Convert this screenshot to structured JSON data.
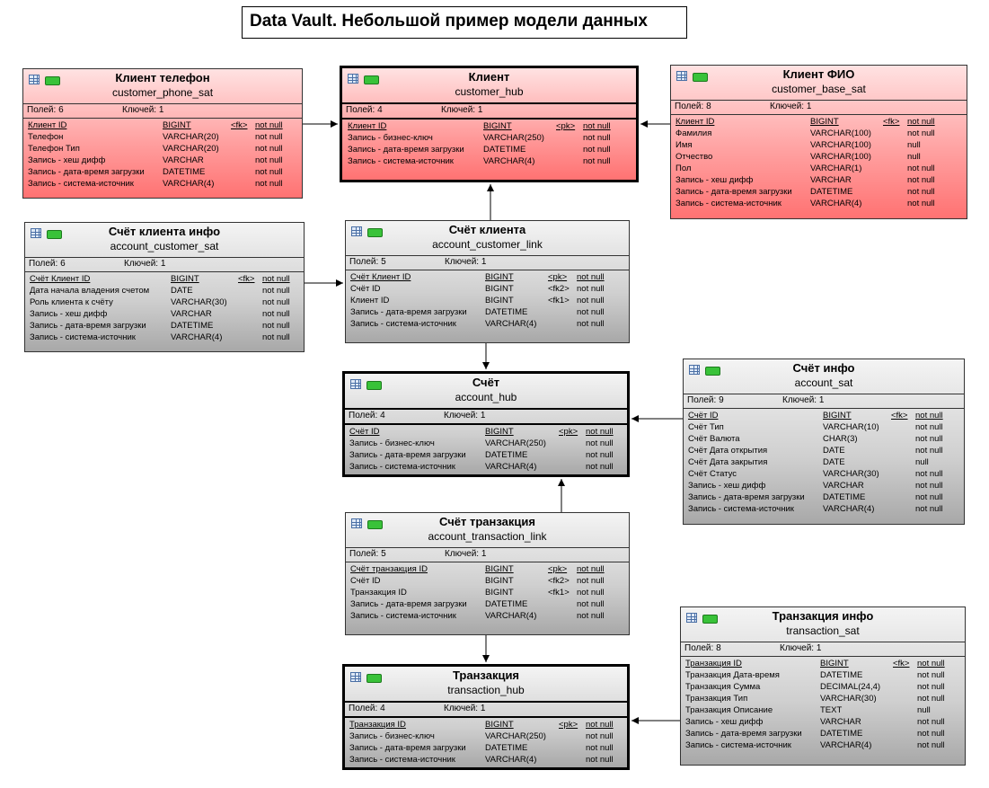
{
  "title": "Data Vault. Небольшой пример модели данных",
  "meta_labels": {
    "fields": "Полей:",
    "keys": "Ключей:"
  },
  "colors": {
    "hub_border": "#000000",
    "sat_red": "#ff8a8a",
    "sat_grey": "#bdbdbd",
    "icon_green": "#39c239",
    "icon_table": "#4a6fa5"
  },
  "icons": {
    "table": "table-icon",
    "status": "green-status-icon"
  },
  "entities": [
    {
      "name": "Клиент телефон",
      "code": "customer_phone_sat",
      "fields": "6",
      "keys": "1",
      "columns": [
        [
          "Клиент ID",
          "BIGINT",
          "<fk>",
          "not null"
        ],
        [
          "Телефон",
          "VARCHAR(20)",
          "",
          "not null"
        ],
        [
          "Телефон Тип",
          "VARCHAR(20)",
          "",
          "not null"
        ],
        [
          "Запись - хеш дифф",
          "VARCHAR",
          "",
          "not null"
        ],
        [
          "Запись - дата-время загрузки",
          "DATETIME",
          "",
          "not null"
        ],
        [
          "Запись - система-источник",
          "VARCHAR(4)",
          "",
          "not null"
        ]
      ]
    },
    {
      "name": "Клиент",
      "code": "customer_hub",
      "fields": "4",
      "keys": "1",
      "columns": [
        [
          "Клиент ID",
          "BIGINT",
          "<pk>",
          "not null"
        ],
        [
          "Запись - бизнес-ключ",
          "VARCHAR(250)",
          "",
          "not null"
        ],
        [
          "Запись - дата-время загрузки",
          "DATETIME",
          "",
          "not null"
        ],
        [
          "Запись - система-источник",
          "VARCHAR(4)",
          "",
          "not null"
        ]
      ]
    },
    {
      "name": "Клиент ФИО",
      "code": "customer_base_sat",
      "fields": "8",
      "keys": "1",
      "columns": [
        [
          "Клиент ID",
          "BIGINT",
          "<fk>",
          "not null"
        ],
        [
          "Фамилия",
          "VARCHAR(100)",
          "",
          "not null"
        ],
        [
          "Имя",
          "VARCHAR(100)",
          "",
          "null"
        ],
        [
          "Отчество",
          "VARCHAR(100)",
          "",
          "null"
        ],
        [
          "Пол",
          "VARCHAR(1)",
          "",
          "not null"
        ],
        [
          "Запись - хеш дифф",
          "VARCHAR",
          "",
          "not null"
        ],
        [
          "Запись - дата-время загрузки",
          "DATETIME",
          "",
          "not null"
        ],
        [
          "Запись - система-источник",
          "VARCHAR(4)",
          "",
          "not null"
        ]
      ]
    },
    {
      "name": "Счёт клиента инфо",
      "code": "account_customer_sat",
      "fields": "6",
      "keys": "1",
      "columns": [
        [
          "Счёт Клиент ID",
          "BIGINT",
          "<fk>",
          "not null"
        ],
        [
          "Дата начала владения счетом",
          "DATE",
          "",
          "not null"
        ],
        [
          "Роль клиента к счёту",
          "VARCHAR(30)",
          "",
          "not null"
        ],
        [
          "Запись - хеш дифф",
          "VARCHAR",
          "",
          "not null"
        ],
        [
          "Запись - дата-время загрузки",
          "DATETIME",
          "",
          "not null"
        ],
        [
          "Запись - система-источник",
          "VARCHAR(4)",
          "",
          "not null"
        ]
      ]
    },
    {
      "name": "Счёт клиента",
      "code": "account_customer_link",
      "fields": "5",
      "keys": "1",
      "columns": [
        [
          "Счёт Клиент ID",
          "BIGINT",
          "<pk>",
          "not null"
        ],
        [
          "Счёт ID",
          "BIGINT",
          "<fk2>",
          "not null"
        ],
        [
          "Клиент ID",
          "BIGINT",
          "<fk1>",
          "not null"
        ],
        [
          "Запись - дата-время загрузки",
          "DATETIME",
          "",
          "not null"
        ],
        [
          "Запись - система-источник",
          "VARCHAR(4)",
          "",
          "not null"
        ]
      ]
    },
    {
      "name": "Счёт",
      "code": "account_hub",
      "fields": "4",
      "keys": "1",
      "columns": [
        [
          "Счёт ID",
          "BIGINT",
          "<pk>",
          "not null"
        ],
        [
          "Запись - бизнес-ключ",
          "VARCHAR(250)",
          "",
          "not null"
        ],
        [
          "Запись - дата-время загрузки",
          "DATETIME",
          "",
          "not null"
        ],
        [
          "Запись - система-источник",
          "VARCHAR(4)",
          "",
          "not null"
        ]
      ]
    },
    {
      "name": "Счёт инфо",
      "code": "account_sat",
      "fields": "9",
      "keys": "1",
      "columns": [
        [
          "Счёт ID",
          "BIGINT",
          "<fk>",
          "not null"
        ],
        [
          "Счёт Тип",
          "VARCHAR(10)",
          "",
          "not null"
        ],
        [
          "Счёт Валюта",
          "CHAR(3)",
          "",
          "not null"
        ],
        [
          "Счёт Дата открытия",
          "DATE",
          "",
          "not null"
        ],
        [
          "Счёт Дата закрытия",
          "DATE",
          "",
          "null"
        ],
        [
          "Счёт Статус",
          "VARCHAR(30)",
          "",
          "not null"
        ],
        [
          "Запись - хеш дифф",
          "VARCHAR",
          "",
          "not null"
        ],
        [
          "Запись - дата-время загрузки",
          "DATETIME",
          "",
          "not null"
        ],
        [
          "Запись - система-источник",
          "VARCHAR(4)",
          "",
          "not null"
        ]
      ]
    },
    {
      "name": "Счёт транзакция",
      "code": "account_transaction_link",
      "fields": "5",
      "keys": "1",
      "columns": [
        [
          "Счёт транзакция ID",
          "BIGINT",
          "<pk>",
          "not null"
        ],
        [
          "Счёт ID",
          "BIGINT",
          "<fk2>",
          "not null"
        ],
        [
          "Транзакция ID",
          "BIGINT",
          "<fk1>",
          "not null"
        ],
        [
          "Запись - дата-время загрузки",
          "DATETIME",
          "",
          "not null"
        ],
        [
          "Запись - система-источник",
          "VARCHAR(4)",
          "",
          "not null"
        ]
      ]
    },
    {
      "name": "Транзакция инфо",
      "code": "transaction_sat",
      "fields": "8",
      "keys": "1",
      "columns": [
        [
          "Транзакция ID",
          "BIGINT",
          "<fk>",
          "not null"
        ],
        [
          "Транзакция Дата-время",
          "DATETIME",
          "",
          "not null"
        ],
        [
          "Транзакция Сумма",
          "DECIMAL(24,4)",
          "",
          "not null"
        ],
        [
          "Транзакция Тип",
          "VARCHAR(30)",
          "",
          "not null"
        ],
        [
          "Транзакция Описание",
          "TEXT",
          "",
          "null"
        ],
        [
          "Запись - хеш дифф",
          "VARCHAR",
          "",
          "not null"
        ],
        [
          "Запись - дата-время загрузки",
          "DATETIME",
          "",
          "not null"
        ],
        [
          "Запись - система-источник",
          "VARCHAR(4)",
          "",
          "not null"
        ]
      ]
    },
    {
      "name": "Транзакция",
      "code": "transaction_hub",
      "fields": "4",
      "keys": "1",
      "columns": [
        [
          "Транзакция ID",
          "BIGINT",
          "<pk>",
          "not null"
        ],
        [
          "Запись - бизнес-ключ",
          "VARCHAR(250)",
          "",
          "not null"
        ],
        [
          "Запись - дата-время загрузки",
          "DATETIME",
          "",
          "not null"
        ],
        [
          "Запись - система-источник",
          "VARCHAR(4)",
          "",
          "not null"
        ]
      ]
    }
  ]
}
